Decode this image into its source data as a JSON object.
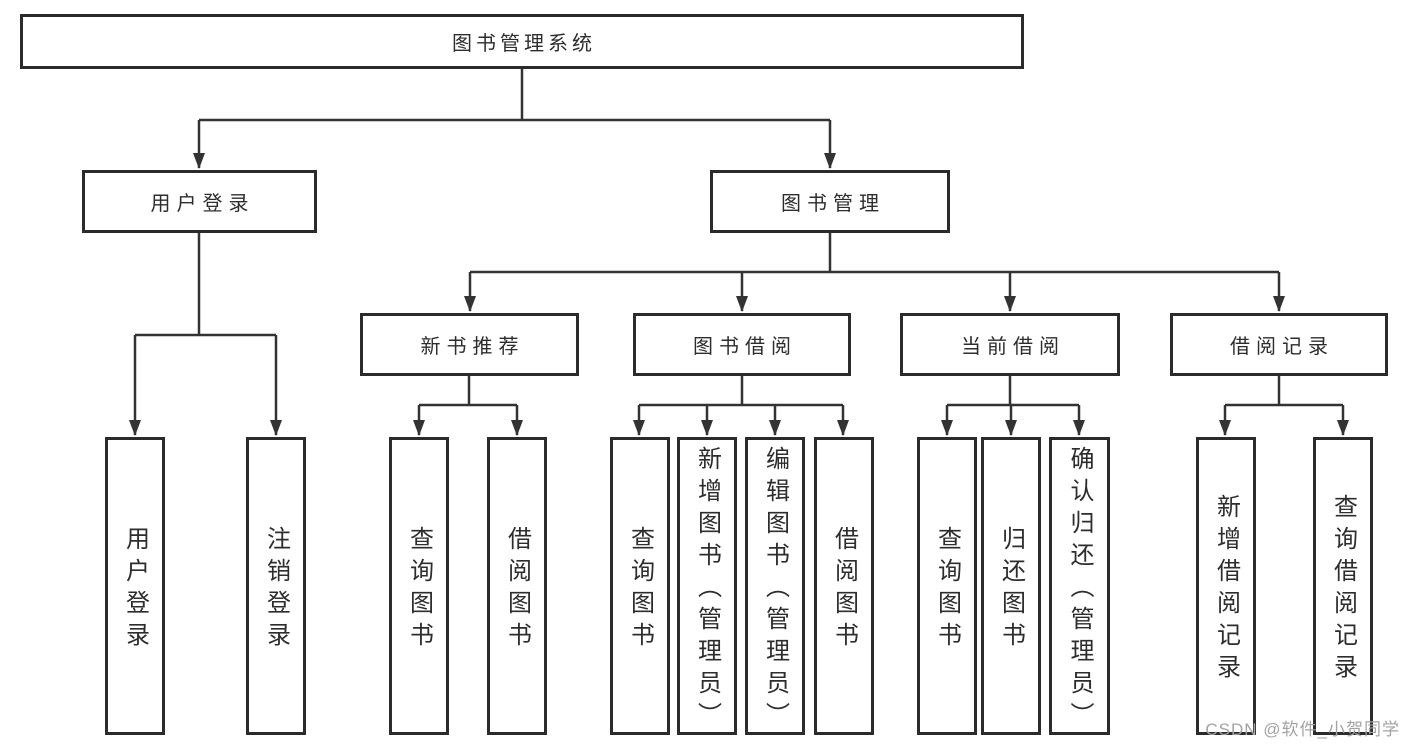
{
  "colors": {
    "background": "#ffffff",
    "line": "#333333",
    "box_border": "#2b2b2b",
    "text": "#2d2d2d",
    "watermark": "#a3a3a3"
  },
  "watermark": {
    "text": "CSDN @软件_小贺同学"
  },
  "tree": {
    "root": {
      "label": "图书管理系统"
    },
    "children": [
      {
        "label": "用户登录",
        "children": [
          {
            "label": "用户登录"
          },
          {
            "label": "注销登录"
          }
        ]
      },
      {
        "label": "图书管理",
        "children": [
          {
            "label": "新书推荐",
            "children": [
              {
                "label": "查询图书"
              },
              {
                "label": "借阅图书"
              }
            ]
          },
          {
            "label": "图书借阅",
            "children": [
              {
                "label": "查询图书"
              },
              {
                "label": "新增图书（管理员）"
              },
              {
                "label": "编辑图书（管理员）"
              },
              {
                "label": "借阅图书"
              }
            ]
          },
          {
            "label": "当前借阅",
            "children": [
              {
                "label": "查询图书"
              },
              {
                "label": "归还图书"
              },
              {
                "label": "确认归还（管理员）"
              }
            ]
          },
          {
            "label": "借阅记录",
            "children": [
              {
                "label": "新增借阅记录"
              },
              {
                "label": "查询借阅记录"
              }
            ]
          }
        ]
      }
    ]
  }
}
